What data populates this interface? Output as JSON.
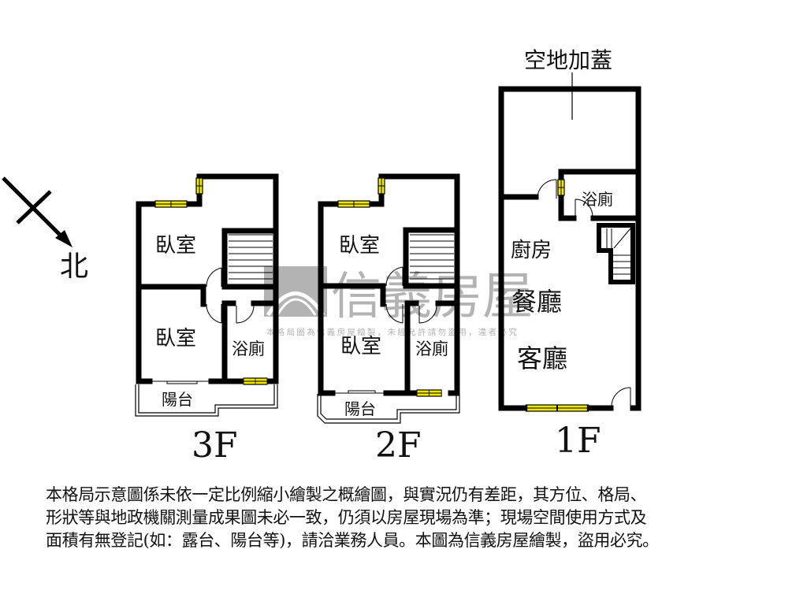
{
  "compass": {
    "north_label": "北"
  },
  "watermark": {
    "brand": "信義房屋",
    "notice": "本格局圖為信義房屋繪製，未經允許請勿盜用，違者必究",
    "color": "#9a9a9a"
  },
  "floors": [
    {
      "label": "3F",
      "rooms": {
        "bedroom_top": "臥室",
        "bedroom_bottom": "臥室",
        "bathroom": "浴廁",
        "balcony": "陽台"
      }
    },
    {
      "label": "2F",
      "rooms": {
        "bedroom_top": "臥室",
        "bedroom_bottom": "臥室",
        "bathroom": "浴廁",
        "balcony": "陽台"
      }
    },
    {
      "label": "1F",
      "rooms": {
        "addition": "空地加蓋",
        "bathroom": "浴廁",
        "kitchen": "廚房",
        "dining": "餐廳",
        "living": "客廳"
      }
    }
  ],
  "colors": {
    "wall": "#000000",
    "window": "#f2e600"
  },
  "disclaimer": {
    "lines": [
      "本格局示意圖係未依一定比例縮小繪製之概繪圖，與實況仍有差距，其方位、格局、",
      "形狀等與地政機關測量成果圖未必一致，仍須以房屋現場為準；現場空間使用方式及",
      "面積有無登記(如：露台、陽台等)，請洽業務人員。本圖為信義房屋繪製，盜用必究。"
    ]
  }
}
